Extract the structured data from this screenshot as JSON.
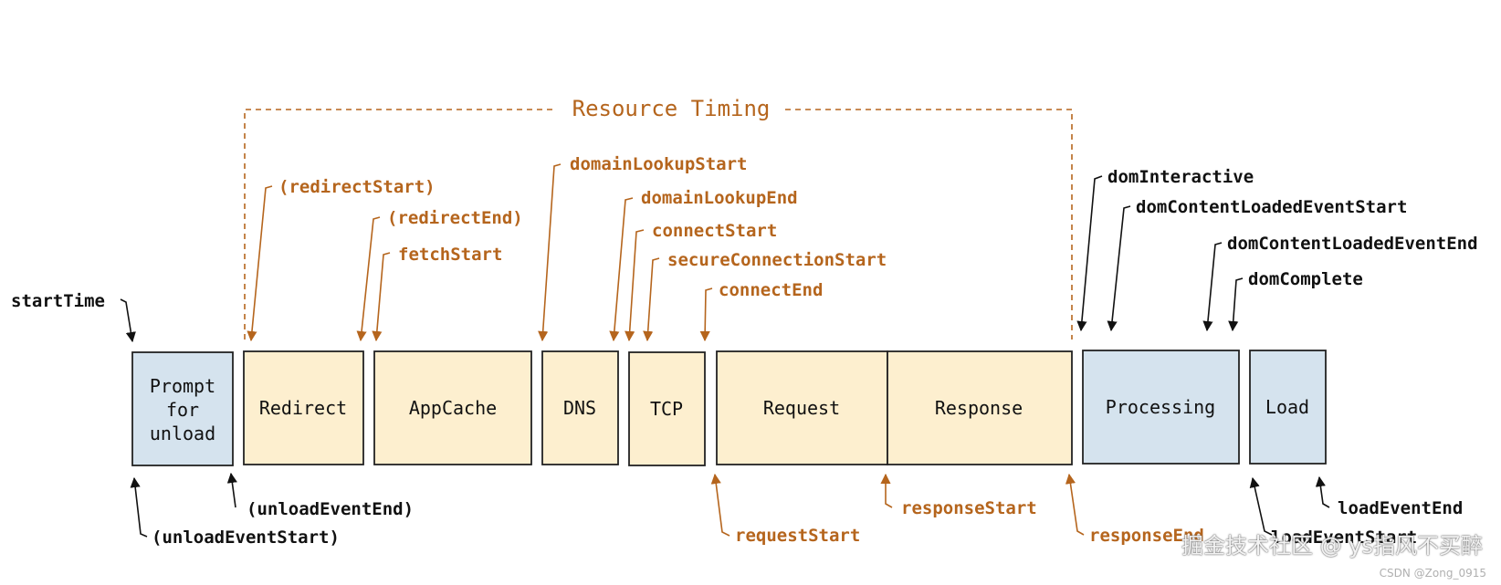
{
  "title": "Resource Timing",
  "colors": {
    "orange": "#b5651d",
    "dark": "#111111",
    "blue_box": "#d5e3ee",
    "yellow_box": "#fdefcf",
    "box_border": "#222222"
  },
  "boxes": [
    {
      "id": "prompt",
      "lines": [
        "Prompt",
        "for",
        "unload"
      ],
      "fill": "blue"
    },
    {
      "id": "redirect",
      "lines": [
        "Redirect"
      ],
      "fill": "yellow"
    },
    {
      "id": "appcache",
      "lines": [
        "AppCache"
      ],
      "fill": "yellow"
    },
    {
      "id": "dns",
      "lines": [
        "DNS"
      ],
      "fill": "yellow"
    },
    {
      "id": "tcp",
      "lines": [
        "TCP"
      ],
      "fill": "yellow"
    },
    {
      "id": "request",
      "lines": [
        "Request"
      ],
      "fill": "yellow"
    },
    {
      "id": "response",
      "lines": [
        "Response"
      ],
      "fill": "yellow"
    },
    {
      "id": "processing",
      "lines": [
        "Processing"
      ],
      "fill": "blue"
    },
    {
      "id": "load",
      "lines": [
        "Load"
      ],
      "fill": "blue"
    }
  ],
  "labels": {
    "startTime": "startTime",
    "unloadEventStart": "(unloadEventStart)",
    "unloadEventEnd": "(unloadEventEnd)",
    "redirectStart": "(redirectStart)",
    "redirectEnd": "(redirectEnd)",
    "fetchStart": "fetchStart",
    "domainLookupStart": "domainLookupStart",
    "domainLookupEnd": "domainLookupEnd",
    "connectStart": "connectStart",
    "secureConnectionStart": "secureConnectionStart",
    "connectEnd": "connectEnd",
    "requestStart": "requestStart",
    "responseStart": "responseStart",
    "responseEnd": "responseEnd",
    "domInteractive": "domInteractive",
    "domContentLoadedEventStart": "domContentLoadedEventStart",
    "domContentLoadedEventEnd": "domContentLoadedEventEnd",
    "domComplete": "domComplete",
    "loadEventStart": "loadEventStart",
    "loadEventEnd": "loadEventEnd"
  },
  "watermark": {
    "main": "掘金技术社区 @ ys指风不买醉",
    "csdn": "CSDN @Zong_0915"
  }
}
